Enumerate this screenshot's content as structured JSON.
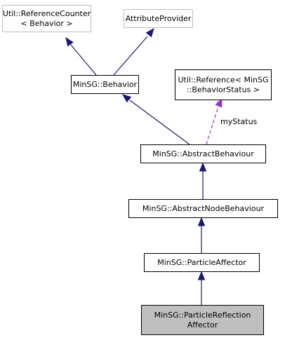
{
  "diagram": {
    "nodes": [
      {
        "id": "reference-counter",
        "lines": [
          "Util::ReferenceCounter",
          "< Behavior >"
        ],
        "style": "external",
        "stroke": "#bfbfbf",
        "fill": "#ffffff"
      },
      {
        "id": "attribute-provider",
        "lines": [
          "AttributeProvider"
        ],
        "style": "external",
        "stroke": "#bfbfbf",
        "fill": "#ffffff"
      },
      {
        "id": "behavior",
        "lines": [
          "MinSG::Behavior"
        ],
        "style": "normal",
        "stroke": "#000000",
        "fill": "#ffffff"
      },
      {
        "id": "reference-behavior-status",
        "lines": [
          "Util::Reference< MinSG",
          "::BehaviorStatus >"
        ],
        "style": "normal",
        "stroke": "#000000",
        "fill": "#ffffff"
      },
      {
        "id": "abstract-behaviour",
        "lines": [
          "MinSG::AbstractBehaviour"
        ],
        "style": "normal",
        "stroke": "#000000",
        "fill": "#ffffff"
      },
      {
        "id": "abstract-node-behaviour",
        "lines": [
          "MinSG::AbstractNodeBehaviour"
        ],
        "style": "normal",
        "stroke": "#000000",
        "fill": "#ffffff"
      },
      {
        "id": "particle-affector",
        "lines": [
          "MinSG::ParticleAffector"
        ],
        "style": "normal",
        "stroke": "#000000",
        "fill": "#ffffff"
      },
      {
        "id": "particle-reflection-affector",
        "lines": [
          "MinSG::ParticleReflection",
          "Affector"
        ],
        "style": "highlighted",
        "stroke": "#000000",
        "fill": "#bfbfbf"
      }
    ],
    "edges": [
      {
        "from": "behavior",
        "to": "reference-counter",
        "kind": "inheritance",
        "color": "#191970"
      },
      {
        "from": "behavior",
        "to": "attribute-provider",
        "kind": "inheritance",
        "color": "#191970"
      },
      {
        "from": "abstract-behaviour",
        "to": "behavior",
        "kind": "inheritance",
        "color": "#191970"
      },
      {
        "from": "abstract-behaviour",
        "to": "reference-behavior-status",
        "kind": "usage",
        "color": "#9a32cd",
        "label": "myStatus"
      },
      {
        "from": "abstract-node-behaviour",
        "to": "abstract-behaviour",
        "kind": "inheritance",
        "color": "#191970"
      },
      {
        "from": "particle-affector",
        "to": "abstract-node-behaviour",
        "kind": "inheritance",
        "color": "#191970"
      },
      {
        "from": "particle-reflection-affector",
        "to": "particle-affector",
        "kind": "inheritance",
        "color": "#191970"
      }
    ]
  }
}
